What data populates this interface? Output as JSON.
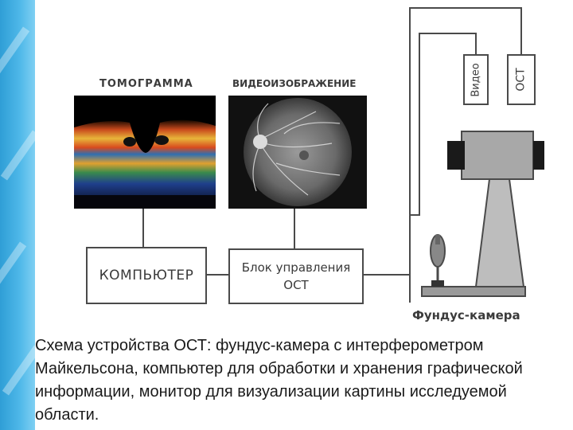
{
  "diagram": {
    "tomogram_label": "ТОМОГРАММА",
    "video_image_label": "ВИДЕОИЗОБРАЖЕНИЕ",
    "computer_label": "КОМПЬЮТЕР",
    "control_unit_label_line1": "Блок управления",
    "control_unit_label_line2": "ОСТ",
    "video_box_label": "Видео",
    "oct_box_label": "ОСТ",
    "fundus_camera_label": "Фундус-камера"
  },
  "caption": "Схема устройства ОСТ: фундус-камера с интерферометром Майкельсона, компьютер для обработки и хранения графической информации, монитор для визуализации картины исследуемой области."
}
